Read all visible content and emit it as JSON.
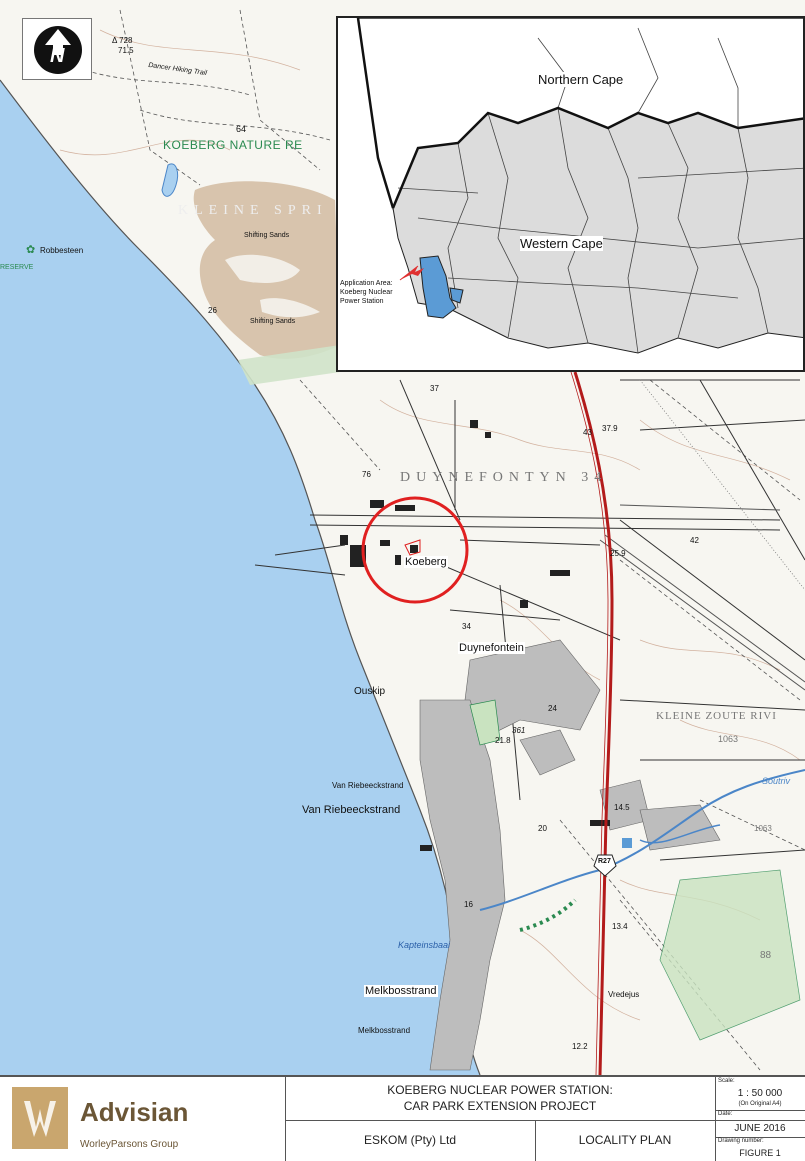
{
  "inset": {
    "region_north": "Northern Cape",
    "region_west": "Western Cape",
    "application_area": [
      "Application Area:",
      "Koeberg Nuclear",
      "Power Station"
    ],
    "colors": {
      "province_fill": "#dcdcdc",
      "application_fill": "#5b9bd5",
      "arrow": "#e03030"
    }
  },
  "north_arrow": {
    "letter": "N",
    "icon": "north-arrow-icon"
  },
  "map": {
    "labels": {
      "nature_reserve": "KOEBERG NATURE RE",
      "kleine_spri": "KLEINE SPRI",
      "robbesteen": "Robbesteen",
      "reserve": "RESERVE",
      "shifting_sands_1": "Shifting Sands",
      "shifting_sands_2": "Shifting Sands",
      "duynefontyn": "DUYNEFONTYN 34",
      "koeberg": "Koeberg",
      "duynefontein": "Duynefontein",
      "ouskip": "Ouskip",
      "kleine_zoute": "KLEINE ZOUTE RIVI",
      "van_riebeeck_small": "Van Riebeeckstrand",
      "van_riebeeck": "Van Riebeeckstrand",
      "kapteinsbaai": "Kapteinsbaai",
      "melkbosstrand": "Melkbosstrand",
      "melkbosstrand_2": "Melkbosstrand",
      "vredejus": "Vredejus",
      "soutriv": "Soutriv",
      "dancer_trail": "Dancer Hiking Trail",
      "route": "R27"
    },
    "spot_heights": {
      "h_71": "71.5",
      "h_64": "64",
      "h_26": "26",
      "h_37": "37",
      "h_43": "43",
      "h_37_9": "37.9",
      "h_76": "76",
      "h_42": "42",
      "h_25_9": "25.9",
      "h_34": "34",
      "h_24": "24",
      "h_1063": "1063",
      "h_361": "361",
      "h_21_8": "21.8",
      "h_14_5": "14.5",
      "h_20": "20",
      "h_1063b": "1063",
      "h_16": "16",
      "h_13_4": "13.4",
      "h_88": "88",
      "h_12_2": "12.2",
      "h_trig": "Δ 728"
    },
    "colors": {
      "sea": "#a9d0f0",
      "land": "#f7f6f1",
      "sand": "#d8c4ad",
      "road": "#b31b1b",
      "circle": "#e02020",
      "river": "#4b86c8",
      "green": "#2a8a50"
    }
  },
  "title_block": {
    "company": "Advisian",
    "subsidiary": "WorleyParsons Group",
    "project_line1": "KOEBERG NUCLEAR POWER STATION:",
    "project_line2": "CAR PARK EXTENSION PROJECT",
    "client": "ESKOM (Pty) Ltd",
    "drawing_title": "LOCALITY PLAN",
    "scale_label": "Scale:",
    "scale_value": "1 : 50 000",
    "scale_note": "(On Original A4)",
    "date_label": "Date:",
    "date_value": "JUNE 2016",
    "drawing_number_label": "Drawing number:",
    "drawing_number": "FIGURE 1",
    "colors": {
      "brand": "#6b5636",
      "logo_gold": "#b8935a"
    }
  }
}
